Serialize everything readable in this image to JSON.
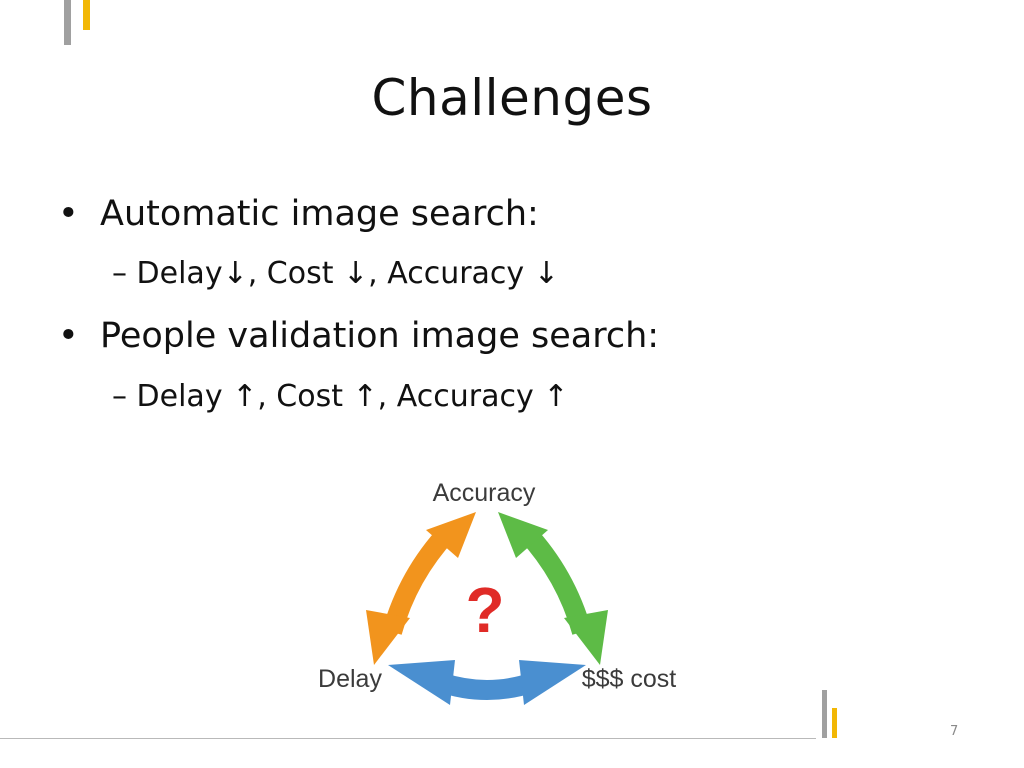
{
  "slide": {
    "title": "Challenges",
    "bullets": [
      {
        "text": "Automatic image search:",
        "sub": "– Delay↓, Cost ↓, Accuracy ↓"
      },
      {
        "text": "People validation image search:",
        "sub": "– Delay ↑, Cost ↑, Accuracy ↑"
      }
    ],
    "bullet_symbol": "•",
    "page_number": "7"
  },
  "diagram": {
    "top_label": "Accuracy",
    "left_label": "Delay",
    "right_label": "$$$ cost",
    "center_symbol": "?",
    "colors": {
      "left_arrow": "#f2941d",
      "right_arrow": "#5dbb46",
      "bottom_arrow": "#4a8fd0",
      "question_mark": "#e02b27"
    }
  },
  "colors": {
    "accent_gray": "#a0a0a0",
    "accent_yellow": "#f2b705",
    "footer_line": "#b9b9b9"
  }
}
